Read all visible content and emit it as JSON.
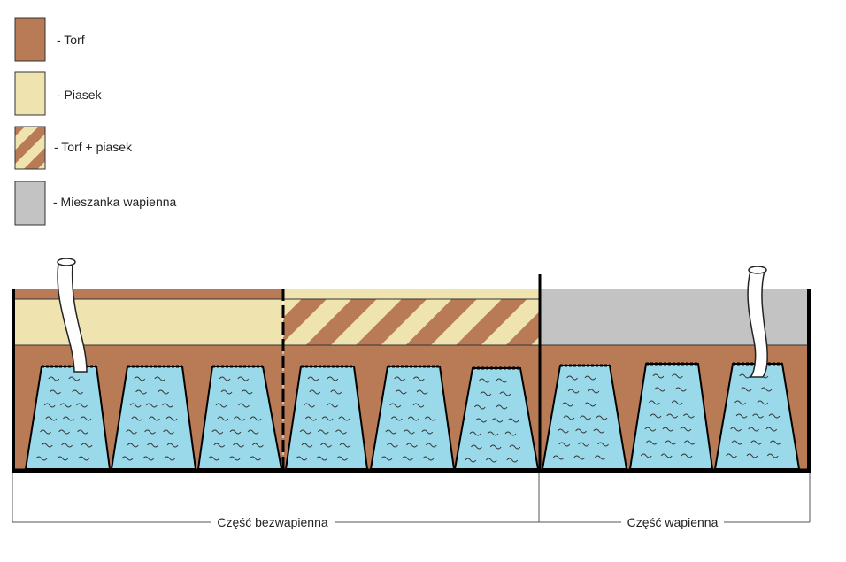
{
  "legend": {
    "items": [
      {
        "key": "torf",
        "label": "- Torf",
        "pattern": "solid",
        "color": "#b97a56"
      },
      {
        "key": "piasek",
        "label": "- Piasek",
        "pattern": "solid",
        "color": "#efe4b0"
      },
      {
        "key": "torf_piasek",
        "label": "- Torf + piasek",
        "pattern": "stripes",
        "colors": [
          "#b97a56",
          "#efe4b0"
        ]
      },
      {
        "key": "mieszanka",
        "label": "- Mieszanka wapienna",
        "pattern": "solid",
        "color": "#c3c3c3"
      }
    ]
  },
  "sections": {
    "left_label": "Część bezwapienna",
    "right_label": "Część wapienna"
  },
  "colors": {
    "torf": "#b97a56",
    "piasek": "#efe4b0",
    "mieszanka": "#c3c3c3",
    "water": "#99d9ea",
    "outline": "#000000"
  },
  "icons": {
    "pot": "water-pot-icon",
    "pipe": "pipe-icon"
  }
}
